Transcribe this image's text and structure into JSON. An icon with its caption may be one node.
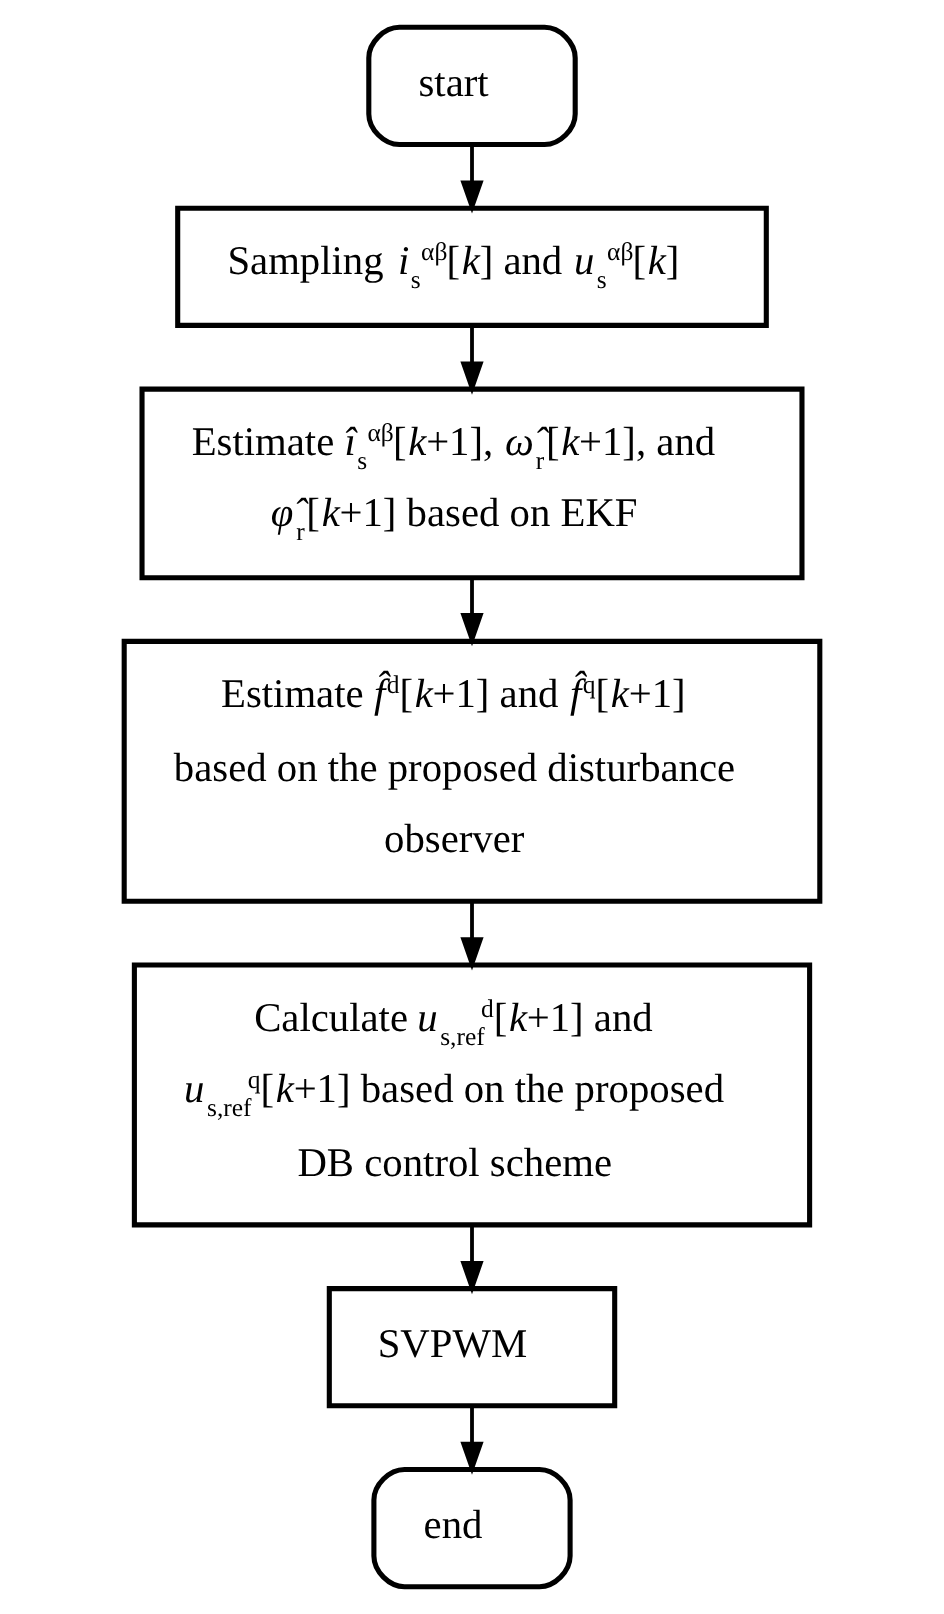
{
  "diagram": {
    "nodes": [
      {
        "text": [
          "start"
        ]
      },
      {
        "text": [
          "Sampling *i*$_{s}$$^{αβ}$[*k*] and *u*$_{s}$$^{αβ}$[*k*]"
        ]
      },
      {
        "text": [
          "Estimate *î*$_{s}$$^{αβ}$[*k*+1], *ω̂*$_{r}$[*k*+1], and *φ̂*$_{r}$[*k*+1] based on EKF"
        ]
      },
      {
        "text": [
          "Estimate *f̂*$^{d}$[*k*+1] and *f̂*$^{q}$[*k*+1] based on the proposed disturbance observer"
        ]
      },
      {
        "text": [
          "Calculate *u*$_{s,ref}$$^{d}$[*k*+1] and *u*$_{s,ref}$$^{q}$[*k*+1] based on the proposed DB control scheme"
        ]
      },
      {
        "text": [
          "SVPWM"
        ]
      },
      {
        "text": [
          "end"
        ]
      }
    ],
    "edges": [
      {
        "from": 0,
        "to": 1,
        "arrow": "to"
      },
      {
        "from": 1,
        "to": 2,
        "arrow": "to"
      },
      {
        "from": 2,
        "to": 3,
        "arrow": "to"
      },
      {
        "from": 3,
        "to": 4,
        "arrow": "to"
      },
      {
        "from": 4,
        "to": 5,
        "arrow": "to"
      },
      {
        "from": 5,
        "to": 6,
        "arrow": "to"
      }
    ]
  }
}
